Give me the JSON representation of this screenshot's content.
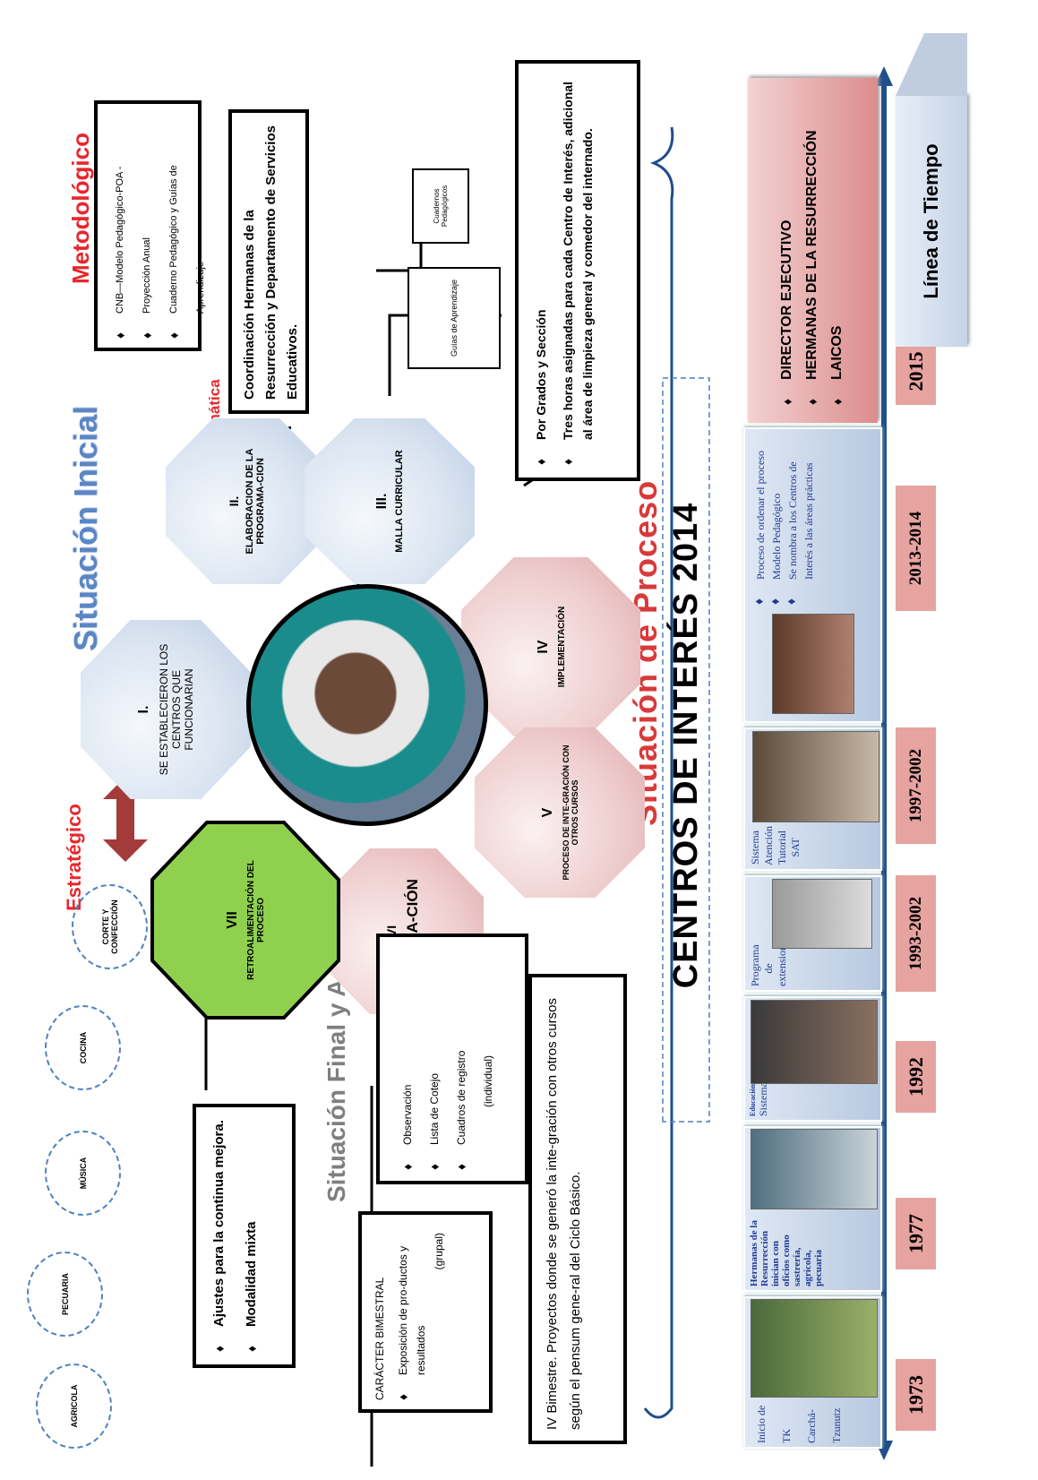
{
  "header": {
    "situacion_inicial": "Situación Inicial",
    "metodologico": "Metodológico",
    "programatica": "Programática",
    "estrategico": "Estratégico",
    "situacion_proceso": "Situación de Proceso",
    "situacion_final": "Situación Final y Actual"
  },
  "metodologico_box": {
    "items": [
      "CNB—Modelo Pedagógico-POA -",
      "Proyección Anual",
      "Cuaderno Pedagógico y Guías de Aprendizaje"
    ]
  },
  "programatica_box": {
    "text": "Coordinación Hermanas de la Resurrección y Departamento de Servicios Educativos."
  },
  "malla_box": {
    "items": [
      "Por Grados y Sección",
      "Tres horas asignadas para cada Centro de Interés, adicional al área de limpieza general y comedor del internado."
    ]
  },
  "guias_label": "Guías de Aprendizaje",
  "cuadernos_label": "Cuadernos Pedagógicos",
  "octagons": {
    "i_num": "I.",
    "i_text": "SE ESTABLECIERON LOS CENTROS QUE FUNCIONARIAN",
    "ii_num": "II.",
    "ii_text": "ELABORACION DE LA PROGRAMA-CION",
    "iii_num": "III.",
    "iii_text": "MALLA CURRICULAR",
    "iv_num": "IV",
    "iv_text": "IMPLEMENTACIÓN",
    "v_num": "V",
    "v_text": "PROCESO DE INTE-GRACIÓN CON OTROS CURSOS",
    "vi_num": "VI",
    "vi_text": "EVALUA-CIÓN",
    "vii_num": "VII",
    "vii_text": "RETROALIMENTACIÓN DEL PROCESO"
  },
  "centers": [
    "AGRICOLA",
    "PECUARIA",
    "MÚSICA",
    "COCINA",
    "CORTE Y CONFECCIÓN"
  ],
  "ajustes_box": {
    "items": [
      "Ajustes para la continua mejora.",
      "Modalidad mixta"
    ]
  },
  "caracter_box": {
    "title": "CARÁCTER BIMESTRAL",
    "items": [
      "Exposición de pro-ductos y resultados"
    ],
    "note": "(grupal)"
  },
  "observacion_box": {
    "items": [
      "Observación",
      "Lista de Cotejo",
      "Cuadros de registro"
    ],
    "note": "(individual)"
  },
  "bimestre_box": {
    "text": "IV Bimestre. Proyectos donde se generó la inte-gración con otros cursos  según el pensum gene-ral del Ciclo Básico."
  },
  "centros_title": "CENTROS DE INTERÉS 2014",
  "timeline": {
    "label": "Línea de Tiempo",
    "years": [
      "1973",
      "1977",
      "1992",
      "1993-2002",
      "1997-2002",
      "2013-2014",
      "2015"
    ],
    "panel_1973": "Inicio de TK Carchá-Tzunutz",
    "panel_1977": "Hermanas de la Resurrección inician con oficios como sastrería, agrícola, pecuaria",
    "panel_1992_small": "Educación",
    "panel_1992": "Sistematizada",
    "panel_1993": "Programa de extensionismo",
    "panel_1997": "Sistema Atención Tutorial SAT",
    "panel_2013_items": [
      "Proceso de ordenar el proceso",
      "Modelo Pedagógico",
      "Se nombra a los Centros de Interés a las áreas prácticas"
    ],
    "director_items": [
      "DIRECTOR EJECUTIVO",
      "HERMANAS DE LA RESURRECCIÓN",
      "LAICOS"
    ]
  },
  "colors": {
    "blue_title": "#5b86c5",
    "red_title": "#e8262c",
    "green": "#8fd14f",
    "year_bg": "#e6a3a0",
    "dark_blue": "#1f4e8c"
  }
}
